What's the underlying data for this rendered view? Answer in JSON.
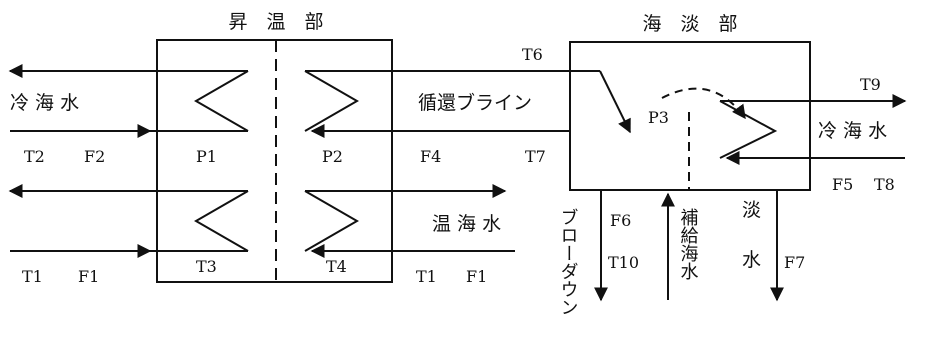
{
  "sections": {
    "heating": "昇　温　部",
    "desalination": "海　淡　部"
  },
  "streams": {
    "cold_seawater_left": "冷 海 水",
    "cold_seawater_right": "冷 海 水",
    "warm_seawater": "温 海 水",
    "circulating_brine": "循還ブライン",
    "blowdown": "ブローダウン",
    "makeup_seawater": "補給海水",
    "fresh_water": [
      "淡",
      "水"
    ]
  },
  "variables": {
    "T1_left": "T1",
    "F1_left": "F1",
    "T1_right": "T1",
    "F1_right": "F1",
    "T2": "T2",
    "F2": "F2",
    "T3": "T3",
    "T4": "T4",
    "T6": "T6",
    "T7": "T7",
    "T8": "T8",
    "T9": "T9",
    "T10": "T10",
    "F4": "F4",
    "F5": "F5",
    "F6": "F6",
    "F7": "F7",
    "P1": "P1",
    "P2": "P2",
    "P3": "P3"
  }
}
